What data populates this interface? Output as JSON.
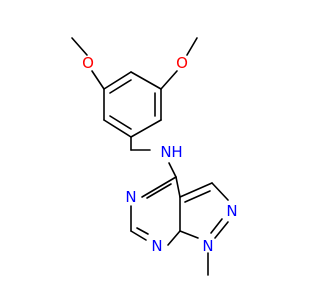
{
  "molecule": {
    "colors": {
      "bond": "#000000",
      "oxygen": "#FF0000",
      "nitrogen": "#0000FF",
      "background": "#FFFFFF"
    },
    "labels": {
      "o_left": "O",
      "o_right": "O",
      "n_amine": "N",
      "h_amine": "H",
      "n_pyrimidine_top": "N",
      "n_pyrimidine_bottom": "N",
      "n_pyrazole_eq": "N",
      "n_pyrazole_methyl": "N"
    }
  }
}
